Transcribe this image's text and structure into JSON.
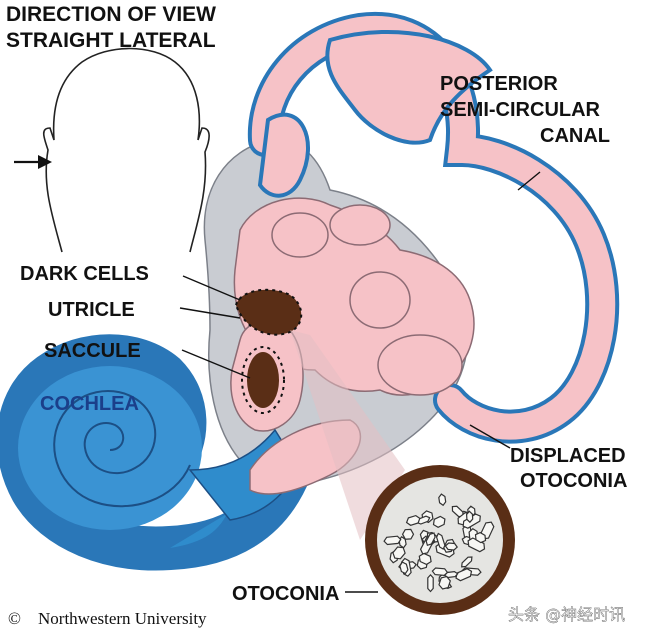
{
  "header": {
    "line1": "DIRECTION OF VIEW",
    "line2": "STRAIGHT LATERAL"
  },
  "labels": {
    "posterior": [
      "POSTERIOR",
      "SEMI-CIRCULAR",
      "CANAL"
    ],
    "dark_cells": "DARK CELLS",
    "utricle": "UTRICLE",
    "saccule": "SACCULE",
    "cochlea": "COCHLEA",
    "displaced": [
      "DISPLACED",
      "OTOCONIA"
    ],
    "otoconia": "OTOCONIA"
  },
  "footer": {
    "copyright_symbol": "©",
    "credit": "Northwestern University",
    "watermark": "头条 @神经时讯"
  },
  "colors": {
    "canal_blue": "#3a8fd1",
    "membrane_pink": "#f6c2c7",
    "cochlea_blue": "#2f8ccc",
    "cochlea_text": "#1b3f8a",
    "otoconia_brown": "#5a2e16",
    "crystal": "#f4f4f2"
  },
  "icons": {
    "arrow": "arrow-right-icon",
    "head": "head-outline-icon"
  }
}
